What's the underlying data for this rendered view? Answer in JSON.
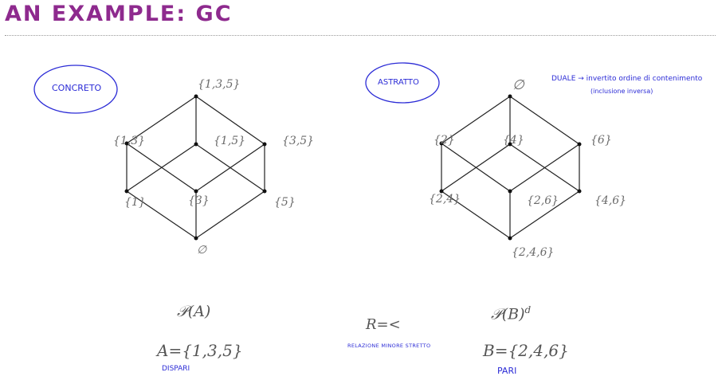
{
  "title": "AN EXAMPLE: GC",
  "concrete": {
    "tag": "CONCRETO",
    "labels": [
      "{1,3,5}",
      "{1,3}",
      "{1,5}",
      "{3,5}",
      "{1}",
      "{3}",
      "{5}",
      "∅"
    ],
    "powerset": "𝒫(A)",
    "set": "A={1,3,5}",
    "note": "DISPARI"
  },
  "abstract": {
    "tag": "ASTRATTO",
    "labels": [
      "∅",
      "{2}",
      "{4}",
      "{6}",
      "{2,4}",
      "{2,6}",
      "{4,6}",
      "{2,4,6}"
    ],
    "powerset": "𝒫(B)",
    "powerset_sup": "d",
    "set": "B={2,4,6}",
    "note": "PARI",
    "side_note_1": "DUALE → invertito ordine di contenimento",
    "side_note_2": "(inclusione inversa)"
  },
  "relation": {
    "text": "R=<",
    "note": "RELAZIONE MINORE STRETTO"
  },
  "colors": {
    "title": "#8e2a8e",
    "handwriting": "#2b2bd6",
    "lattice": "#222222"
  }
}
